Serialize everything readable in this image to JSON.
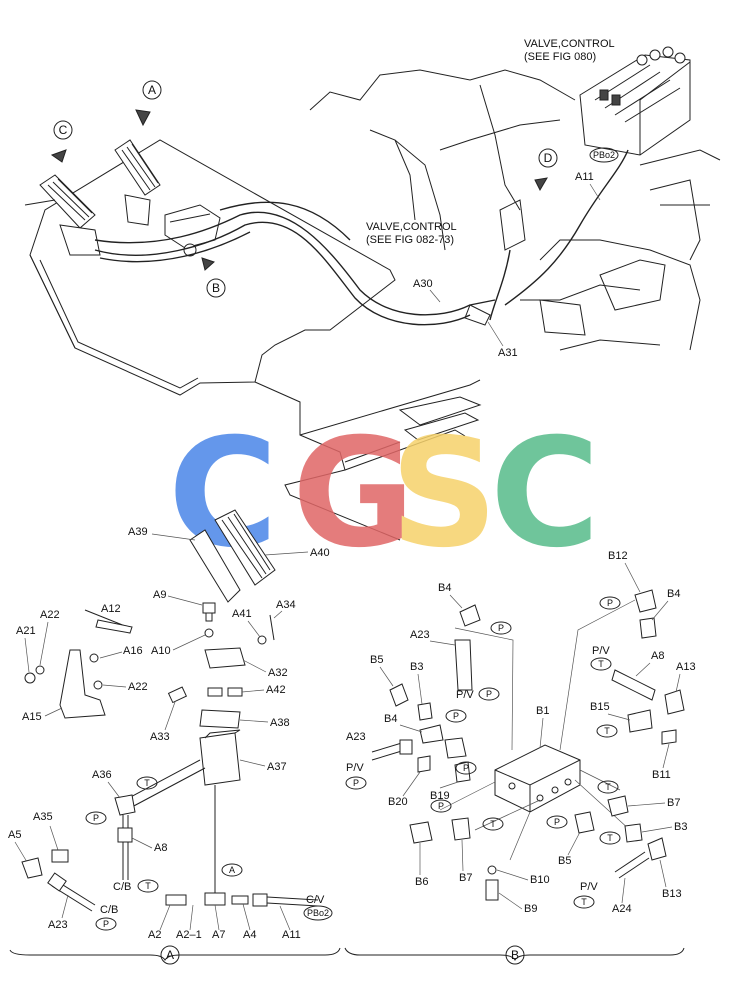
{
  "callouts": {
    "A": "A",
    "B": "B",
    "C": "C",
    "D": "D"
  },
  "top_labels": {
    "valve_control_080_line1": "VALVE,CONTROL",
    "valve_control_080_line2": "(SEE FIG 080)",
    "valve_control_082_line1": "VALVE,CONTROL",
    "valve_control_082_line2": "(SEE FIG 082-73)",
    "pbo2": "PBo2",
    "a11": "A11",
    "a30": "A30",
    "a31": "A31",
    "a39": "A39",
    "a40": "A40"
  },
  "watermark": {
    "letters": [
      "C",
      "G",
      "S",
      "C"
    ],
    "colors": [
      "#4a86e8",
      "#e06666",
      "#f6d26b",
      "#57bb8a"
    ]
  },
  "section_a_labels": {
    "a12": "A12",
    "a22_top": "A22",
    "a21": "A21",
    "a16": "A16",
    "a22": "A22",
    "a15": "A15",
    "a9": "A9",
    "a41": "A41",
    "a34": "A34",
    "a10": "A10",
    "a32": "A32",
    "a42": "A42",
    "a33": "A33",
    "a38": "A38",
    "a37": "A37",
    "a36": "A36",
    "a35": "A35",
    "a5": "A5",
    "a8": "A8",
    "cb_t": "C/B",
    "cb_p": "C/B",
    "a23": "A23",
    "a2": "A2",
    "a2_1": "A2–1",
    "a7": "A7",
    "a4": "A4",
    "a11": "A11",
    "cv": "C/V",
    "pbo2": "PBo2",
    "t1": "T",
    "p1": "P",
    "p2": "P",
    "t2": "T",
    "a_circ": "A",
    "section": "A"
  },
  "section_b_labels": {
    "b12": "B12",
    "b4_top": "B4",
    "b4_right": "B4",
    "a23": "A23",
    "pv1": "P/V",
    "b5": "B5",
    "b3": "B3",
    "pv2": "P/V",
    "a8": "A8",
    "a13": "A13",
    "b1": "B1",
    "b15": "B15",
    "b4": "B4",
    "a23_2": "A23",
    "pv3": "P/V",
    "b11": "B11",
    "b20": "B20",
    "b19": "B19",
    "b7_right": "B7",
    "b3_right": "B3",
    "b5_low": "B5",
    "b6": "B6",
    "b7": "B7",
    "b10": "B10",
    "b9": "B9",
    "pv4": "P/V",
    "a24": "A24",
    "b13": "B13",
    "section": "B",
    "p": "P",
    "t": "T"
  }
}
